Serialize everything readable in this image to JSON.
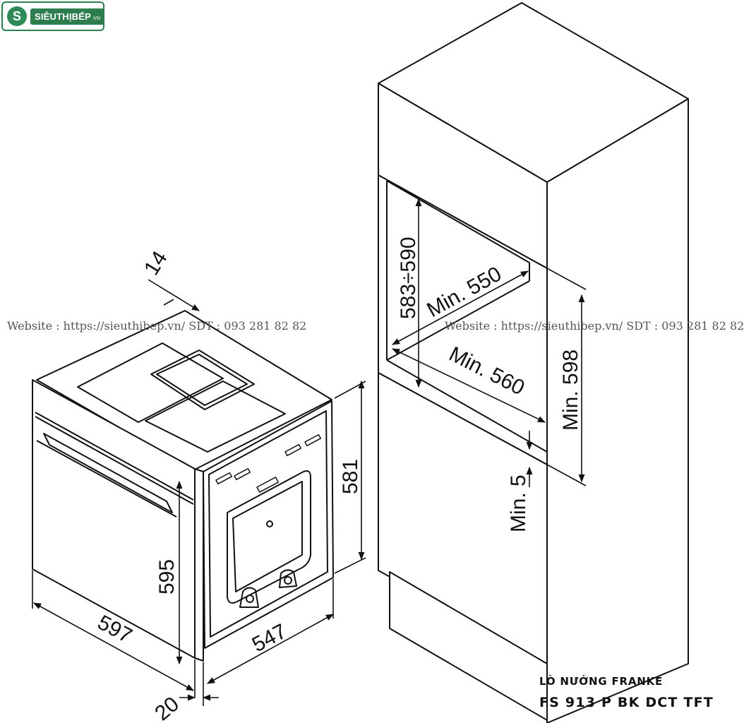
{
  "logo": {
    "mark": "S",
    "name": "SIÊUTHỊBẾP",
    "suffix": ".VN"
  },
  "watermark": {
    "left": "Website : https://sieuthibep.vn/     SDT : 093 281 82 82",
    "right": "Website : https://sieuthibep.vn/ SDT : 093 281 82 82"
  },
  "dimensions": {
    "oven_width": "597",
    "oven_height": "595",
    "oven_depth": "547",
    "oven_body_height": "581",
    "front_panel_thickness": "20",
    "top_offset": "14",
    "niche_height": "583÷590",
    "niche_depth_min": "Min. 550",
    "niche_width_min": "Min. 560",
    "niche_opening_min": "Min. 598",
    "bottom_gap_min": "Min. 5"
  },
  "product": {
    "line1": "LÒ NƯỚNG FRANKE",
    "line2": "FS 913 P BK DCT TFT"
  },
  "colors": {
    "brand_green": "#2e7d4f",
    "line": "#111111"
  }
}
